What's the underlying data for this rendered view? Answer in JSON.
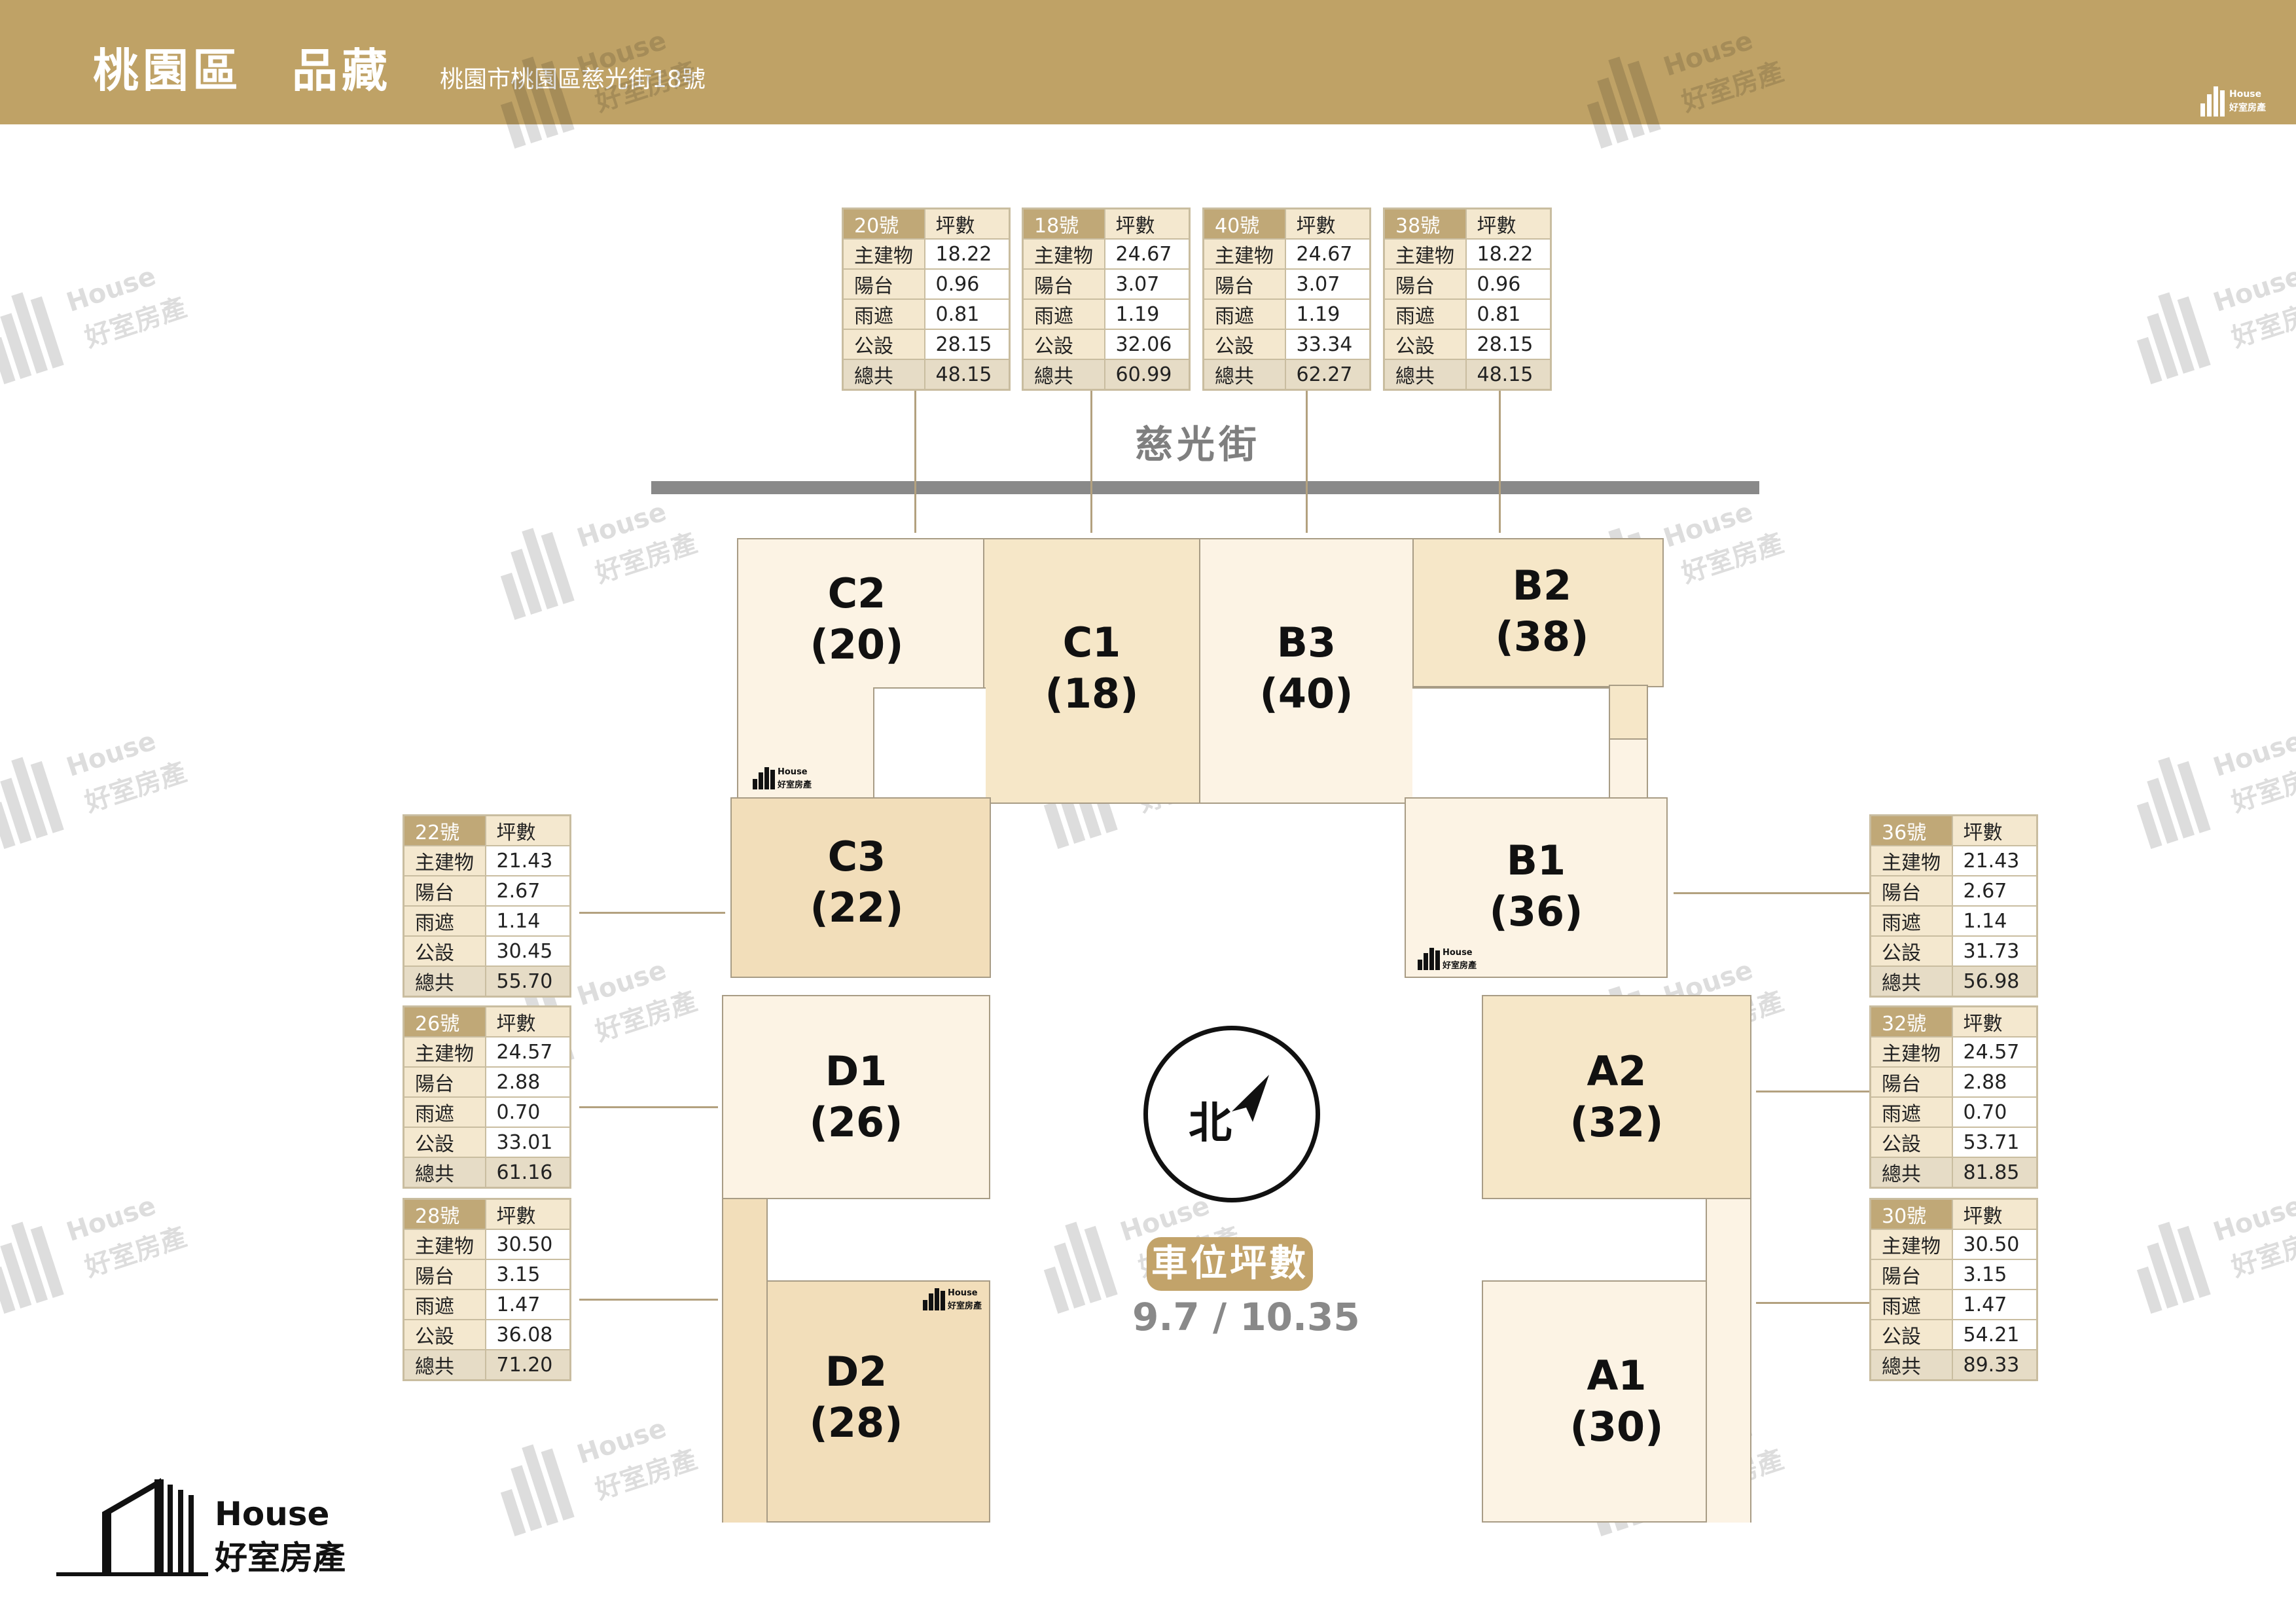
{
  "header": {
    "title": "桃園區　品藏",
    "address": "桃園市桃園區慈光街18號",
    "logo_line1": "House",
    "logo_line2": "好室房產"
  },
  "watermark": {
    "line1": "House",
    "line2": "好室房產"
  },
  "street": "慈光街",
  "units": {
    "c2": {
      "code": "C2",
      "no": "(20)"
    },
    "c1": {
      "code": "C1",
      "no": "(18)"
    },
    "b3": {
      "code": "B3",
      "no": "(40)"
    },
    "b2": {
      "code": "B2",
      "no": "(38)"
    },
    "c3": {
      "code": "C3",
      "no": "(22)"
    },
    "b1": {
      "code": "B1",
      "no": "(36)"
    },
    "d1": {
      "code": "D1",
      "no": "(26)"
    },
    "a2": {
      "code": "A2",
      "no": "(32)"
    },
    "d2": {
      "code": "D2",
      "no": "(28)"
    },
    "a1": {
      "code": "A1",
      "no": "(30)"
    }
  },
  "tables": {
    "t20": {
      "header": [
        "20號",
        "坪數"
      ],
      "rows": [
        [
          "主建物",
          "18.22"
        ],
        [
          "陽台",
          "0.96"
        ],
        [
          "雨遮",
          "0.81"
        ],
        [
          "公設",
          "28.15"
        ],
        [
          "總共",
          "48.15"
        ]
      ]
    },
    "t18": {
      "header": [
        "18號",
        "坪數"
      ],
      "rows": [
        [
          "主建物",
          "24.67"
        ],
        [
          "陽台",
          "3.07"
        ],
        [
          "雨遮",
          "1.19"
        ],
        [
          "公設",
          "32.06"
        ],
        [
          "總共",
          "60.99"
        ]
      ]
    },
    "t40": {
      "header": [
        "40號",
        "坪數"
      ],
      "rows": [
        [
          "主建物",
          "24.67"
        ],
        [
          "陽台",
          "3.07"
        ],
        [
          "雨遮",
          "1.19"
        ],
        [
          "公設",
          "33.34"
        ],
        [
          "總共",
          "62.27"
        ]
      ]
    },
    "t38": {
      "header": [
        "38號",
        "坪數"
      ],
      "rows": [
        [
          "主建物",
          "18.22"
        ],
        [
          "陽台",
          "0.96"
        ],
        [
          "雨遮",
          "0.81"
        ],
        [
          "公設",
          "28.15"
        ],
        [
          "總共",
          "48.15"
        ]
      ]
    },
    "t22": {
      "header": [
        "22號",
        "坪數"
      ],
      "rows": [
        [
          "主建物",
          "21.43"
        ],
        [
          "陽台",
          "2.67"
        ],
        [
          "雨遮",
          "1.14"
        ],
        [
          "公設",
          "30.45"
        ],
        [
          "總共",
          "55.70"
        ]
      ]
    },
    "t26": {
      "header": [
        "26號",
        "坪數"
      ],
      "rows": [
        [
          "主建物",
          "24.57"
        ],
        [
          "陽台",
          "2.88"
        ],
        [
          "雨遮",
          "0.70"
        ],
        [
          "公設",
          "33.01"
        ],
        [
          "總共",
          "61.16"
        ]
      ]
    },
    "t28": {
      "header": [
        "28號",
        "坪數"
      ],
      "rows": [
        [
          "主建物",
          "30.50"
        ],
        [
          "陽台",
          "3.15"
        ],
        [
          "雨遮",
          "1.47"
        ],
        [
          "公設",
          "36.08"
        ],
        [
          "總共",
          "71.20"
        ]
      ]
    },
    "t36": {
      "header": [
        "36號",
        "坪數"
      ],
      "rows": [
        [
          "主建物",
          "21.43"
        ],
        [
          "陽台",
          "2.67"
        ],
        [
          "雨遮",
          "1.14"
        ],
        [
          "公設",
          "31.73"
        ],
        [
          "總共",
          "56.98"
        ]
      ]
    },
    "t32": {
      "header": [
        "32號",
        "坪數"
      ],
      "rows": [
        [
          "主建物",
          "24.57"
        ],
        [
          "陽台",
          "2.88"
        ],
        [
          "雨遮",
          "0.70"
        ],
        [
          "公設",
          "53.71"
        ],
        [
          "總共",
          "81.85"
        ]
      ]
    },
    "t30": {
      "header": [
        "30號",
        "坪數"
      ],
      "rows": [
        [
          "主建物",
          "30.50"
        ],
        [
          "陽台",
          "3.15"
        ],
        [
          "雨遮",
          "1.47"
        ],
        [
          "公設",
          "54.21"
        ],
        [
          "總共",
          "89.33"
        ]
      ]
    }
  },
  "compass": {
    "label": "北"
  },
  "parking": {
    "label": "車位坪數",
    "value": "9.7 / 10.35"
  },
  "logo": {
    "line1": "House",
    "line2": "好室房產"
  }
}
